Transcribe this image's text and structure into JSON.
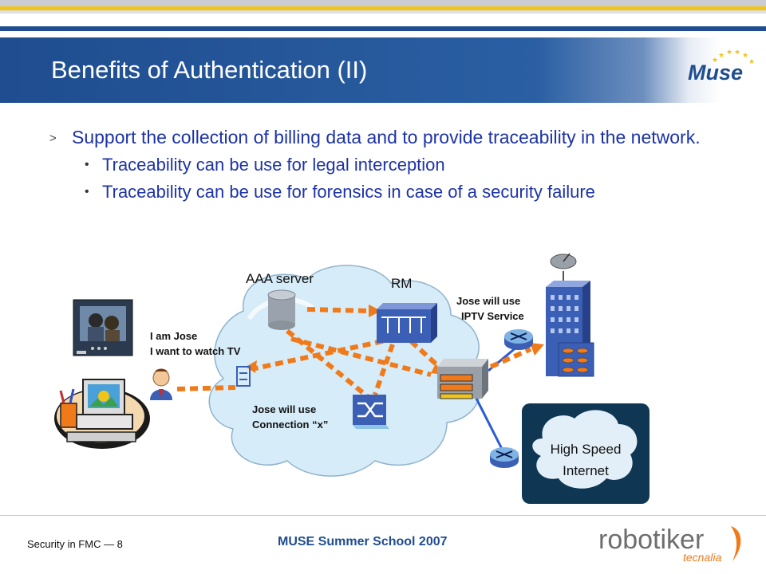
{
  "slide": {
    "title": "Benefits of Authentication (II)",
    "logo_text": "Muse",
    "bullets": {
      "main_marker": ">",
      "main": "Support the collection of billing data and to provide traceability in the network.",
      "sub_marker": "•",
      "sub": [
        "Traceability can be use for legal interception",
        "Traceability can be use for forensics in case of a security failure"
      ]
    }
  },
  "diagram": {
    "labels": {
      "aaa_server": "AAA server",
      "rm": "RM",
      "user_line1": "I am Jose",
      "user_line2": "I want to watch TV",
      "iptv_line1": "Jose will use",
      "iptv_line2": "IPTV Service",
      "conn_line1": "Jose will use",
      "conn_line2": "Connection “x”",
      "internet_line1": "High Speed",
      "internet_line2": "Internet"
    },
    "colors": {
      "arrow": "#f07a1a",
      "cloud": "#d6ecf8",
      "device_blue": "#3b5fb5",
      "internet_box": "#0f3653",
      "link": "#2a5bd6"
    }
  },
  "footer": {
    "left": "Security in FMC — 8",
    "center": "MUSE Summer School 2007",
    "brand": "robotiker",
    "brand_sub": "tecnalia"
  }
}
